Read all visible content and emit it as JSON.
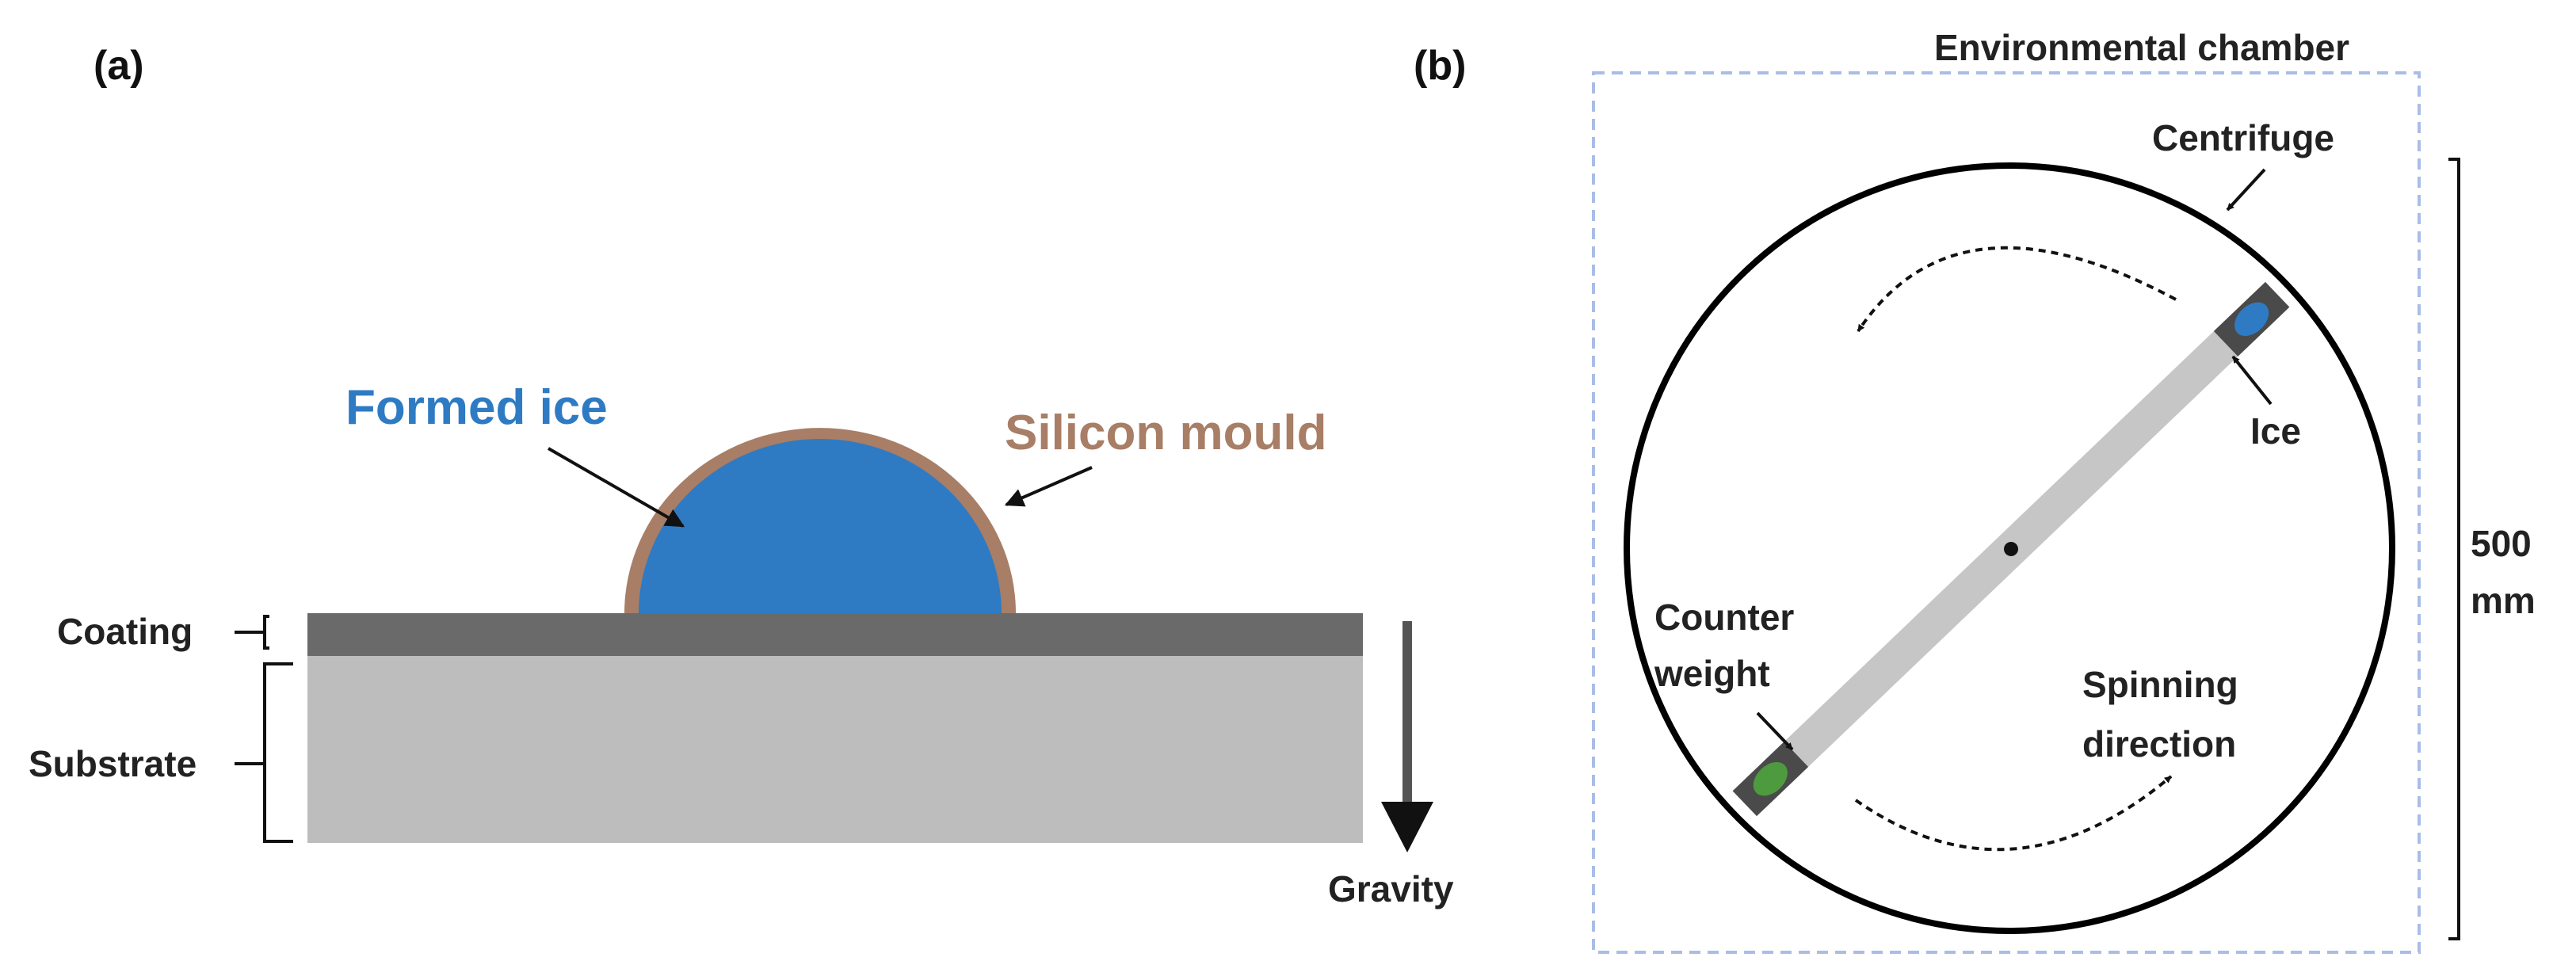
{
  "panel_a": {
    "label": "(a)",
    "formed_ice": "Formed ice",
    "silicon_mould": "Silicon mould",
    "coating": "Coating",
    "substrate": "Substrate",
    "gravity": "Gravity"
  },
  "panel_b": {
    "label": "(b)",
    "chamber": "Environmental chamber",
    "centrifuge": "Centrifuge",
    "ice": "Ice",
    "counter_line1": "Counter",
    "counter_line2": "weight",
    "spin_line1": "Spinning",
    "spin_line2": "direction",
    "dim_line1": "500",
    "dim_line2": "mm"
  },
  "colors": {
    "ice": "#2e7bc4",
    "mould": "#a87e66",
    "coating": "#6a6a6a",
    "substrate": "#bdbdbd",
    "chamber_border": "#a9bde6",
    "arm": "#c6c6c6",
    "arm_end": "#4a4a4a",
    "counter_weight": "#4e9a3f"
  }
}
